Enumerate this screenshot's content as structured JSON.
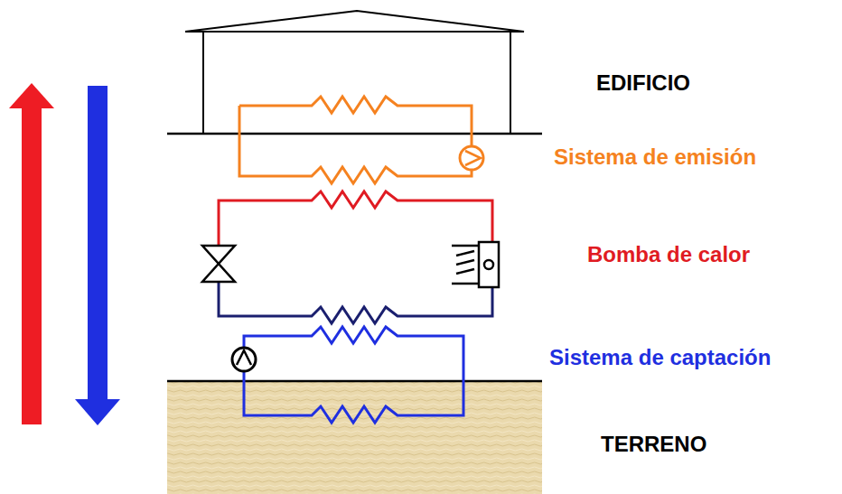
{
  "diagram": {
    "labels": [
      "EDIFICIO",
      "Sistema de emisión",
      "Bomba de calor",
      "Sistema de captación",
      "TERRENO"
    ]
  }
}
